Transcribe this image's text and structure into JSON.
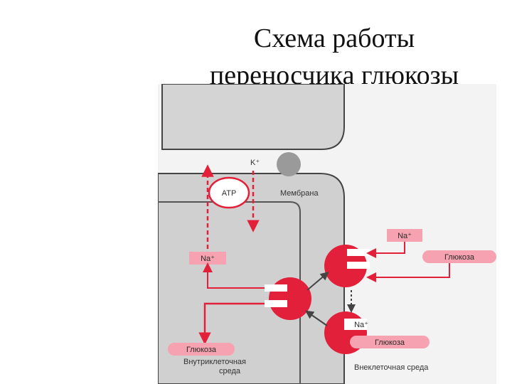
{
  "slide": {
    "title_line1": "Схема работы",
    "title_line2": "переносчика глюкозы"
  },
  "diagram": {
    "labels": {
      "k_ion": "K⁺",
      "atp": "ATP",
      "membrane": "Мембрана",
      "na_inside": "Na⁺",
      "na_outside_top": "Na⁺",
      "na_outside_bottom": "Na⁺",
      "glucose_inside": "Глюкоза",
      "glucose_outside_top": "Глюкоза",
      "glucose_outside_bottom": "Глюкоза",
      "intracellular_line1": "Внутриклеточная",
      "intracellular_line2": "среда",
      "extracellular": "Внеклеточная среда"
    },
    "colors": {
      "accent_red": "#e2203a",
      "label_pink": "#f6a2b0",
      "cell_gray": "#d4d4d4",
      "line_dark": "#444444",
      "pump_gray": "#9a9a9a"
    }
  }
}
